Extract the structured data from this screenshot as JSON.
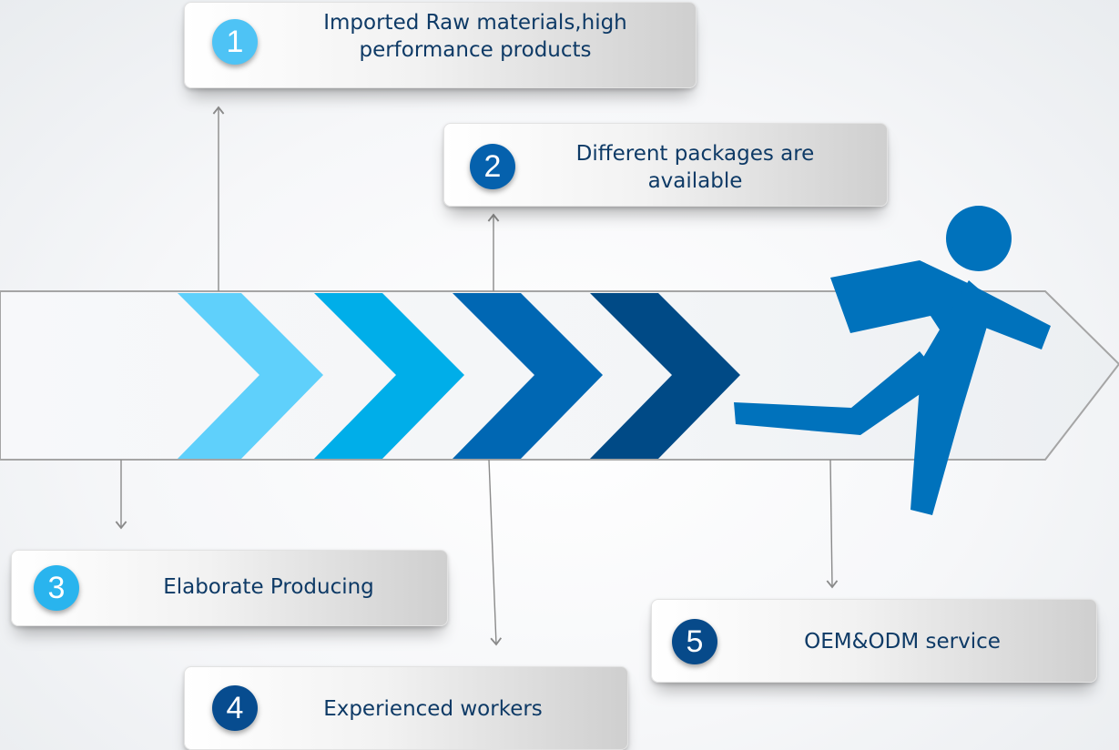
{
  "colors": {
    "chevron_1": "#5fd0fb",
    "chevron_2": "#00aee9",
    "chevron_3": "#0067b3",
    "chevron_4": "#004a86",
    "runner": "#0072bc",
    "text": "#0e3a66",
    "connector": "#8a8a8a"
  },
  "steps": [
    {
      "number": "1",
      "text": "Imported Raw materials,high performance products",
      "badge_color": "#4ec3f5"
    },
    {
      "number": "2",
      "text": "Different packages are available",
      "badge_color": "#0561ad"
    },
    {
      "number": "3",
      "text": "Elaborate Producing",
      "badge_color": "#29b4ee"
    },
    {
      "number": "4",
      "text": "Experienced workers",
      "badge_color": "#074c8f"
    },
    {
      "number": "5",
      "text": "OEM&ODM service",
      "badge_color": "#074a8a"
    }
  ],
  "icons": {
    "runner": "running-person-icon",
    "chevrons": "chevron-right-icon"
  }
}
